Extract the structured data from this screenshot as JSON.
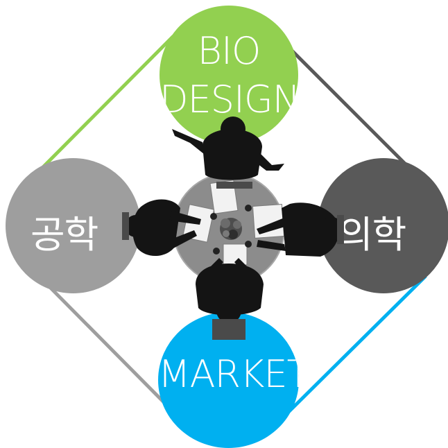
{
  "diagram": {
    "nodes": {
      "top": {
        "line1": "BIO",
        "line2": "DESIGN",
        "color": "#92d050"
      },
      "left": {
        "label": "공학",
        "color": "#9e9e9e"
      },
      "right": {
        "label": "의학",
        "color": "#595959"
      },
      "bottom": {
        "label": "MARKET",
        "color": "#00b0f0"
      }
    },
    "edge_colors": {
      "top_left": "#92d050",
      "top_right": "#595959",
      "bottom_left": "#9e9e9e",
      "bottom_right": "#00b0f0"
    },
    "center_illustration": "meeting-table-topview"
  }
}
